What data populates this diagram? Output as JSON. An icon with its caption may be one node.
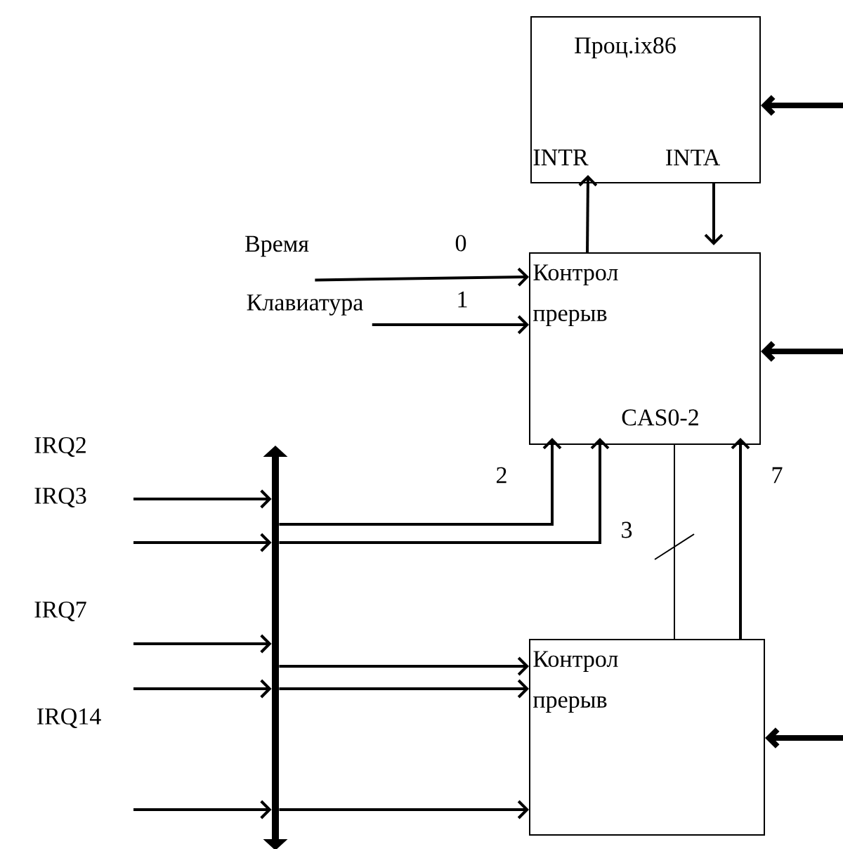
{
  "diagram": {
    "nodes": [
      {
        "text": [
          "Проц.ix86",
          "INTR",
          "INTA"
        ]
      },
      {
        "text": [
          "Контрол прерыв",
          "CAS0-2"
        ]
      },
      {
        "text": [
          "Контрол прерыв"
        ]
      },
      {
        "text": [],
        "shape": "bar"
      },
      {
        "text": [
          "Время"
        ]
      },
      {
        "text": [
          "Клавиатура"
        ]
      }
    ],
    "edges": [
      {
        "from": 4,
        "to": 1,
        "arrow": "to",
        "label": "0"
      },
      {
        "from": 5,
        "to": 1,
        "arrow": "to",
        "label": "1"
      },
      {
        "from": 1,
        "to": 0,
        "arrow": "to"
      },
      {
        "from": 0,
        "to": 1,
        "arrow": "to"
      },
      {
        "from": null,
        "to": 0,
        "arrow": "to",
        "style": "thick"
      },
      {
        "from": null,
        "to": 1,
        "arrow": "to",
        "style": "thick"
      },
      {
        "from": null,
        "to": 2,
        "arrow": "to",
        "style": "thick"
      },
      {
        "from": null,
        "to": 3,
        "arrow": "to"
      },
      {
        "from": null,
        "to": 3,
        "arrow": "to"
      },
      {
        "from": null,
        "to": 3,
        "arrow": "to"
      },
      {
        "from": null,
        "to": 3,
        "arrow": "to"
      },
      {
        "from": null,
        "to": 3,
        "arrow": "to"
      },
      {
        "from": 3,
        "to": 1,
        "arrow": "to",
        "label": "2"
      },
      {
        "from": 3,
        "to": 1,
        "arrow": "to"
      },
      {
        "from": 1,
        "to": 2,
        "arrow": "none",
        "label": "3"
      },
      {
        "from": 2,
        "to": 1,
        "arrow": "to",
        "label": "7"
      },
      {
        "from": 3,
        "to": 2,
        "arrow": "to"
      },
      {
        "from": 3,
        "to": 2,
        "arrow": "to"
      },
      {
        "from": 3,
        "to": 2,
        "arrow": "to"
      }
    ],
    "labels": [
      "IRQ2",
      "IRQ3",
      "IRQ7",
      "IRQ14"
    ]
  }
}
